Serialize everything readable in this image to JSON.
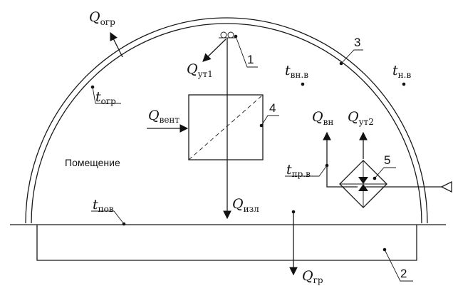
{
  "labels": {
    "q_ogr": {
      "main": "Q",
      "sub": "огр"
    },
    "q_ut1": {
      "main": "Q",
      "sub": "ут1"
    },
    "t_ogr": {
      "main": "t",
      "sub": "огр"
    },
    "q_vent": {
      "main": "Q",
      "sub": "вент"
    },
    "t_vn_v": {
      "main": "t",
      "sub": "вн.в"
    },
    "t_n_v": {
      "main": "t",
      "sub": "н.в"
    },
    "q_vn": {
      "main": "Q",
      "sub": "вн"
    },
    "q_ut2": {
      "main": "Q",
      "sub": "ут2"
    },
    "t_pr_v": {
      "main": "t",
      "sub": "пр.в"
    },
    "t_pov": {
      "main": "t",
      "sub": "пов"
    },
    "q_izl": {
      "main": "Q",
      "sub": "изл"
    },
    "q_gr": {
      "main": "Q",
      "sub": "гр"
    }
  },
  "room_label": "Помещение",
  "callouts": {
    "c1": "1",
    "c2": "2",
    "c3": "3",
    "c4": "4",
    "c5": "5"
  }
}
